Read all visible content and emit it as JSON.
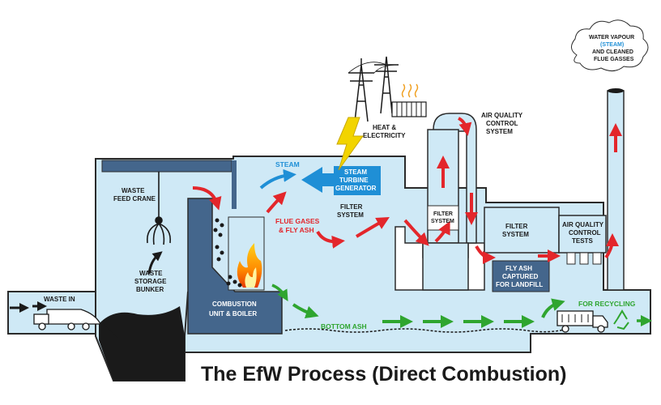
{
  "title": "The EfW Process (Direct Combustion)",
  "labels": {
    "waste_in": "WASTE IN",
    "waste_feed_crane_1": "WASTE",
    "waste_feed_crane_2": "FEED CRANE",
    "storage_1": "WASTE",
    "storage_2": "STORAGE",
    "storage_3": "BUNKER",
    "combustion_1": "COMBUSTION",
    "combustion_2": "UNIT & BOILER",
    "steam": "STEAM",
    "turbine_1": "STEAM",
    "turbine_2": "TURBINE",
    "turbine_3": "GENERATOR",
    "heat_1": "HEAT &",
    "heat_2": "ELECTRICITY",
    "flue_1": "FLUE GASES",
    "flue_2": "& FLY ASH",
    "filter_1": "FILTER",
    "filter_2": "SYSTEM",
    "filter_small_1": "FILTER",
    "filter_small_2": "SYSTEM",
    "aqcs_1": "AIR QUALITY",
    "aqcs_2": "CONTROL",
    "aqcs_3": "SYSTEM",
    "filter2_1": "FILTER",
    "filter2_2": "SYSTEM",
    "aqt_1": "AIR QUALITY",
    "aqt_2": "CONTROL",
    "aqt_3": "TESTS",
    "flyash_1": "FLY ASH",
    "flyash_2": "CAPTURED",
    "flyash_3": "FOR LANDFILL",
    "bottom_ash": "BOTTOM ASH",
    "recycling": "FOR RECYCLING",
    "cloud_1": "WATER VAPOUR",
    "cloud_2": "(STEAM)",
    "cloud_3": "AND CLEANED",
    "cloud_4": "FLUE GASSES"
  },
  "colors": {
    "fill_light": "#cfe9f6",
    "outline": "#2b2b2b",
    "wall_blue": "#44668c",
    "red": "#e3262b",
    "blue": "#1f8fd6",
    "green": "#2fa52f",
    "yellow": "#f2d400"
  }
}
